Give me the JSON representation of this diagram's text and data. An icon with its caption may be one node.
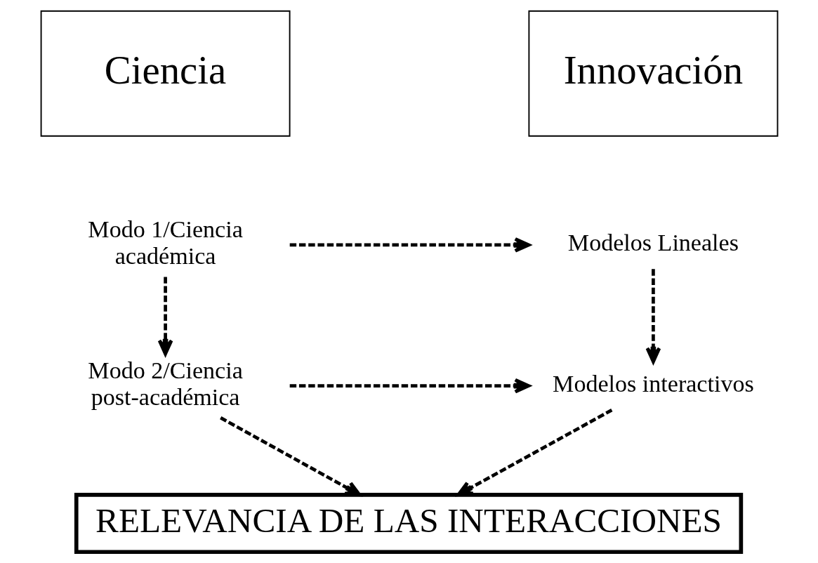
{
  "diagram": {
    "nodes": [
      {
        "text": [
          "Ciencia"
        ]
      },
      {
        "text": [
          "Innovación"
        ]
      },
      {
        "text": [
          "Modo 1/Ciencia académica"
        ]
      },
      {
        "text": [
          "Modelos Lineales"
        ]
      },
      {
        "text": [
          "Modo 2/Ciencia post-académica"
        ]
      },
      {
        "text": [
          "Modelos interactivos"
        ]
      },
      {
        "text": [
          "RELEVANCIA DE LAS INTERACCIONES"
        ]
      }
    ],
    "edges": [
      {
        "from": 2,
        "to": 3,
        "arrow": "to",
        "style": "dashed"
      },
      {
        "from": 2,
        "to": 4,
        "arrow": "to",
        "style": "dashed"
      },
      {
        "from": 3,
        "to": 5,
        "arrow": "to",
        "style": "dashed"
      },
      {
        "from": 4,
        "to": 5,
        "arrow": "to",
        "style": "dashed"
      },
      {
        "from": 4,
        "to": 6,
        "arrow": "to",
        "style": "dashed"
      },
      {
        "from": 5,
        "to": 6,
        "arrow": "to",
        "style": "dashed"
      }
    ]
  }
}
